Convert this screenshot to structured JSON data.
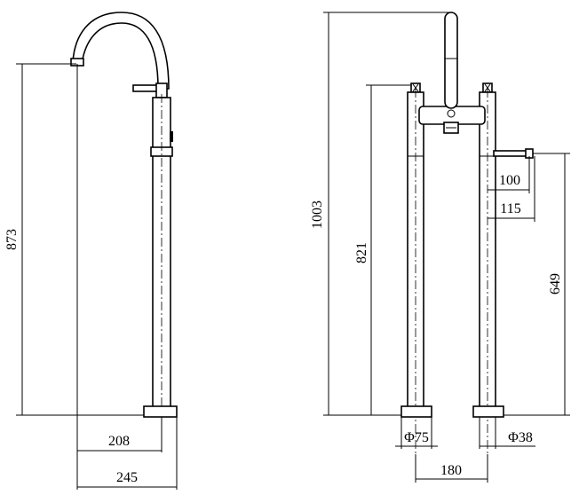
{
  "dimensions": {
    "single_total_height": "873",
    "single_spout_reach": "208",
    "single_overall_reach": "245",
    "dual_total_height": "1003",
    "dual_mixer_height": "821",
    "dual_handshower_height": "649",
    "dual_handshower_reach_inner": "100",
    "dual_handshower_reach_outer": "115",
    "dual_base_diameter": "Φ75",
    "dual_pillar_diameter": "Φ38",
    "dual_pillar_spacing": "180"
  }
}
